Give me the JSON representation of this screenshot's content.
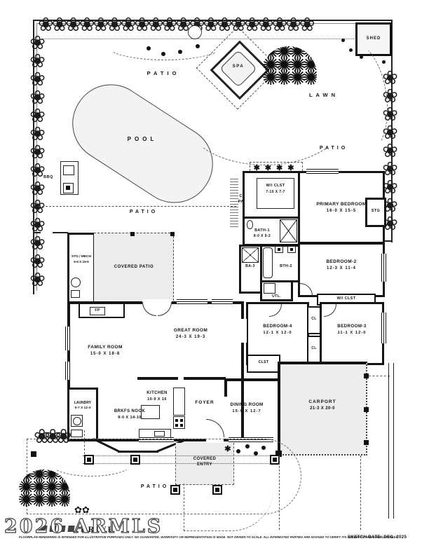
{
  "outdoor": {
    "patio_top": "PATIO",
    "patio_right": "PATIO",
    "patio_mid": "PATIO",
    "patio_bottom": "PATIO",
    "pool": "POOL",
    "spa": "SPA",
    "shed": "SHED",
    "lawn": "LAWN",
    "bbq": "BBQ"
  },
  "rooms": {
    "cov_patio": {
      "label": "COV.\nPATIO"
    },
    "wi_clst_primary": {
      "label": "W/I CLST",
      "dims": "7-10 X 7-7"
    },
    "primary": {
      "label": "PRIMARY BEDROOM",
      "dims": "16-0 X 15-5"
    },
    "stg": {
      "label": "STG"
    },
    "bath1": {
      "label": "BATH-1",
      "dims": "8-0 X 9-2"
    },
    "ba3": {
      "label": "BA-3"
    },
    "bth2": {
      "label": "BTH-2"
    },
    "utl": {
      "label": "UTL."
    },
    "bedroom2": {
      "label": "BEDROOM-2",
      "dims": "12-3 X 11-4"
    },
    "wi_clst2": {
      "label": "W/I CLST"
    },
    "bedroom4": {
      "label": "BEDROOM-4",
      "dims": "12-1 X 12-0"
    },
    "bedroom3": {
      "label": "BEDROOM-3",
      "dims": "11-1 X 12-0"
    },
    "cl_a": {
      "label": "CL"
    },
    "cl_b": {
      "label": "CL"
    },
    "clst": {
      "label": "CLST"
    },
    "carport": {
      "label": "CARPORT",
      "dims": "21-3 X 20-0"
    },
    "great_room": {
      "label": "GREAT ROOM",
      "dims": "24-3 X 19-3"
    },
    "family_room": {
      "label": "FAMILY ROOM",
      "dims": "15-0 X 18-8"
    },
    "stg_mech": {
      "label": "STG / MECH",
      "dims": "5-6 X 15-5"
    },
    "covered_patio": {
      "label": "COVERED PATIO"
    },
    "fp": {
      "label": "FP"
    },
    "laundry": {
      "label": "LAUNDRY",
      "dims": "5-7 X 12-4"
    },
    "brkfs_nook": {
      "label": "BRKFS NOOK",
      "dims": "9-0 X 14-10"
    },
    "kitchen": {
      "label": "KITCHEN",
      "dims": "10-9 X 16"
    },
    "foyer": {
      "label": "FOYER"
    },
    "dining": {
      "label": "DINING ROOM",
      "dims": "15-0 X 12-7"
    },
    "covered_entry": {
      "label": "COVERED\nENTRY"
    }
  },
  "footer": {
    "watermark": "2026 ARMLS",
    "street_visible": "DRIVE",
    "disclaimer": "FLOORPLAN RENDERING IS INTENDED FOR ILLUSTRATIVE PURPOSES ONLY.  NO GUARANTEE, WARRANTY OR REPRESENTATION IS MADE.  NOT DRAWN TO SCALE.  ALL INTERESTED PARTIES ARE ADVISED TO VERIFY ITS ACCURACY AND COMPLETENESS.",
    "sketch_date": "SKETCH DATE:  DEC. 2025"
  },
  "colors": {
    "wall": "#141414",
    "shade": "#ececec",
    "pool_fill": "#f3f3f3"
  }
}
